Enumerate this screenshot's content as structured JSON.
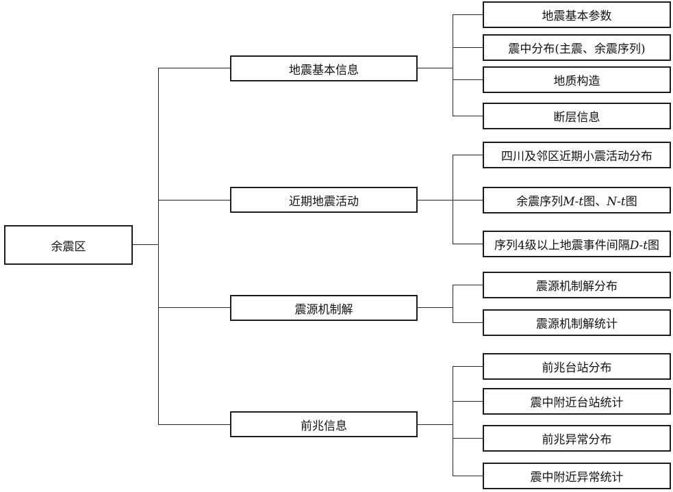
{
  "root": {
    "label": "余震区"
  },
  "categories": [
    {
      "label": "地震基本信息",
      "children": [
        "地震基本参数",
        "震中分布(主震、余震序列)",
        "地质构造",
        "断层信息"
      ]
    },
    {
      "label": "近期地震活动",
      "children": [
        "四川及邻区近期小震活动分布",
        "余震序列M-t图、N-t图",
        "序列4级以上地震事件间隔D-t图"
      ]
    },
    {
      "label": "震源机制解",
      "children": [
        "震源机制解分布",
        "震源机制解统计"
      ]
    },
    {
      "label": "前兆信息",
      "children": [
        "前兆台站分布",
        "震中附近台站统计",
        "前兆异常分布",
        "震中附近异常统计"
      ]
    }
  ]
}
